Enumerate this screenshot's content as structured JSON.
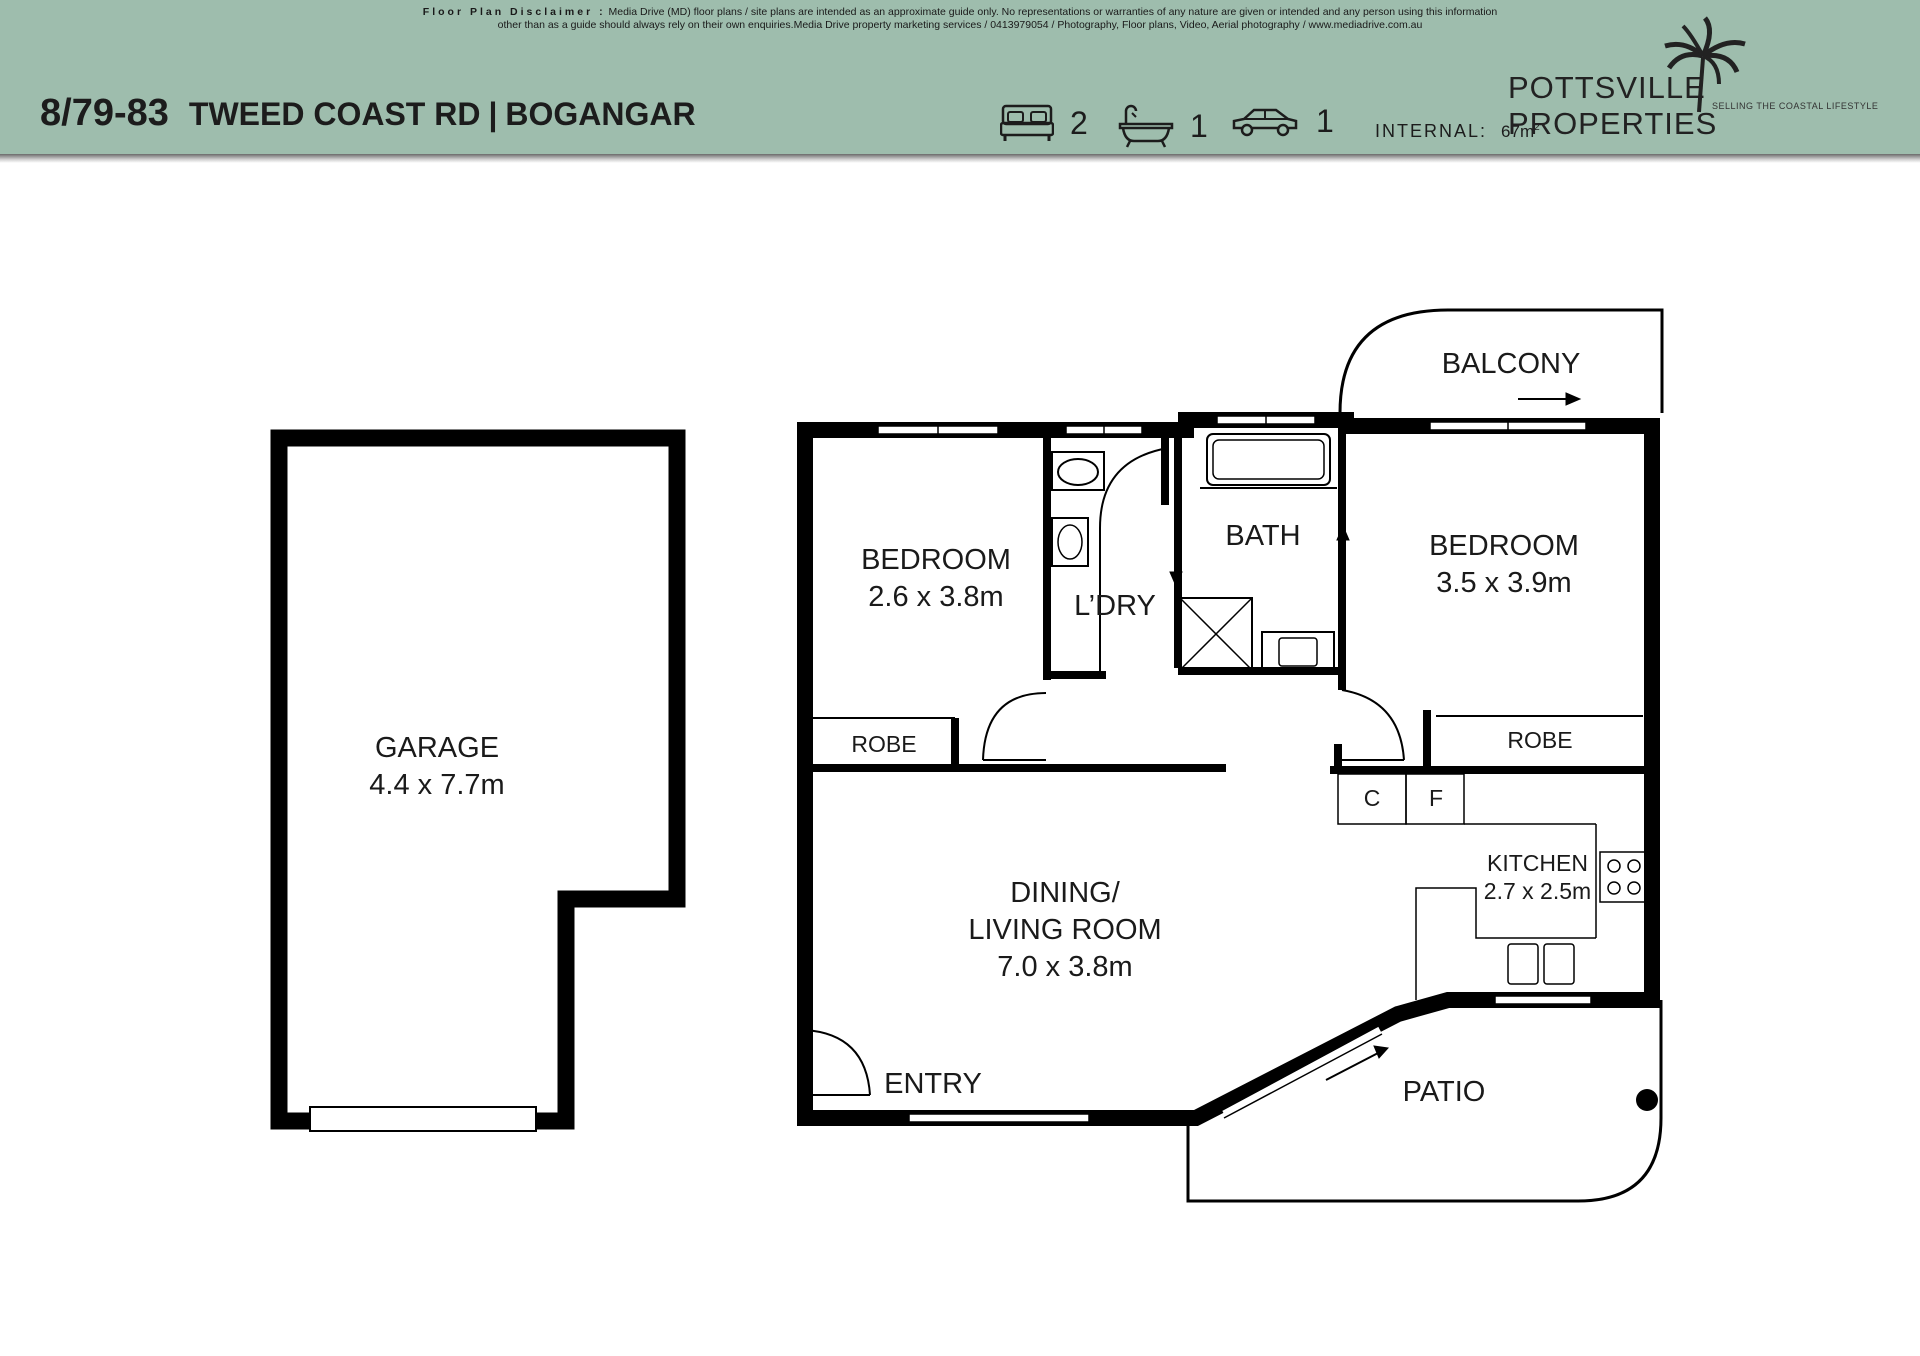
{
  "header": {
    "disclaimer_lead": "Floor Plan Disclaimer :",
    "disclaimer_line1": "Media Drive (MD) floor plans / site plans are intended as an approximate guide only.  No representations or warranties of any nature are given or intended and any person using this information",
    "disclaimer_line2": "other than as a guide should always rely on their own enquiries.Media Drive property marketing services / 0413979054 / Photography, Floor plans,  Video, Aerial photography / www.mediadrive.com.au",
    "unit": "8/79-83",
    "street": "TWEED COAST RD",
    "separator": "|",
    "suburb": "BOGANGAR",
    "features": [
      {
        "icon": "bed-icon",
        "count": "2"
      },
      {
        "icon": "bath-icon",
        "count": "1"
      },
      {
        "icon": "car-icon",
        "count": "1"
      }
    ],
    "internal_label": "INTERNAL:",
    "internal_value": "67m",
    "internal_unit_sup": "2",
    "background_color": "#9ebdad"
  },
  "logo": {
    "icon": "palm-tree-icon",
    "name": "POTTSVILLE PROPERTIES",
    "tagline": "SELLING THE COASTAL LIFESTYLE"
  },
  "rooms": {
    "garage": {
      "name": "GARAGE",
      "size": "4.4 x 7.7m"
    },
    "bedroom1": {
      "name": "BEDROOM",
      "size": "2.6 x 3.8m"
    },
    "robe1": {
      "name": "ROBE"
    },
    "laundry": {
      "name": "L’DRY"
    },
    "bath": {
      "name": "BATH"
    },
    "bedroom2": {
      "name": "BEDROOM",
      "size": "3.5 x 3.9m"
    },
    "robe2": {
      "name": "ROBE"
    },
    "balcony": {
      "name": "BALCONY"
    },
    "cupboard_c": {
      "name": "C"
    },
    "fridge_f": {
      "name": "F"
    },
    "kitchen": {
      "name": "KITCHEN",
      "size": "2.7 x 2.5m"
    },
    "living": {
      "name": "DINING/",
      "name2": "LIVING ROOM",
      "size": "7.0 x 3.8m"
    },
    "entry": {
      "name": "ENTRY"
    },
    "patio": {
      "name": "PATIO"
    }
  }
}
